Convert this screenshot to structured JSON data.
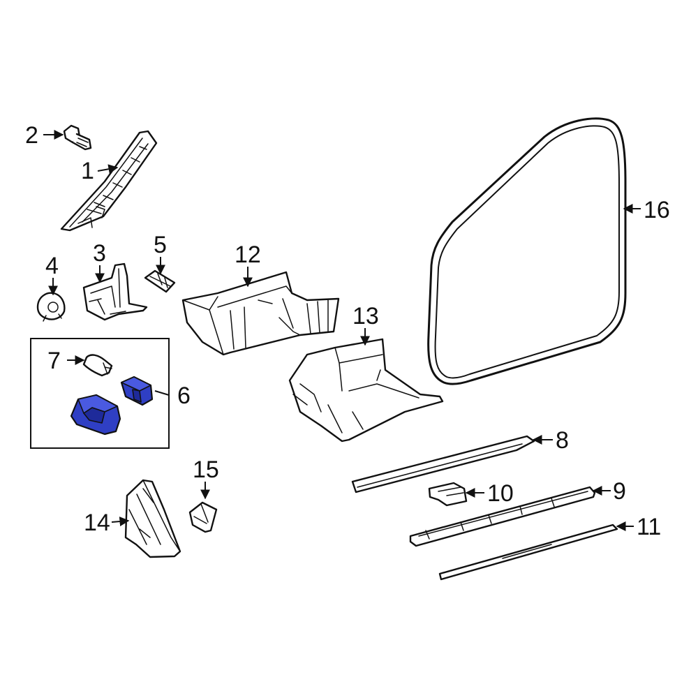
{
  "callouts": [
    {
      "id": "1",
      "text": "1"
    },
    {
      "id": "2",
      "text": "2"
    },
    {
      "id": "3",
      "text": "3"
    },
    {
      "id": "4",
      "text": "4"
    },
    {
      "id": "5",
      "text": "5"
    },
    {
      "id": "6",
      "text": "6"
    },
    {
      "id": "7",
      "text": "7"
    },
    {
      "id": "8",
      "text": "8"
    },
    {
      "id": "9",
      "text": "9"
    },
    {
      "id": "10",
      "text": "10"
    },
    {
      "id": "11",
      "text": "11"
    },
    {
      "id": "12",
      "text": "12"
    },
    {
      "id": "13",
      "text": "13"
    },
    {
      "id": "14",
      "text": "14"
    },
    {
      "id": "15",
      "text": "15"
    },
    {
      "id": "16",
      "text": "16"
    }
  ],
  "highlighted_parts": [
    "6"
  ],
  "colors": {
    "highlight": "#2f3fc4",
    "line": "#111111",
    "background": "#ffffff"
  }
}
